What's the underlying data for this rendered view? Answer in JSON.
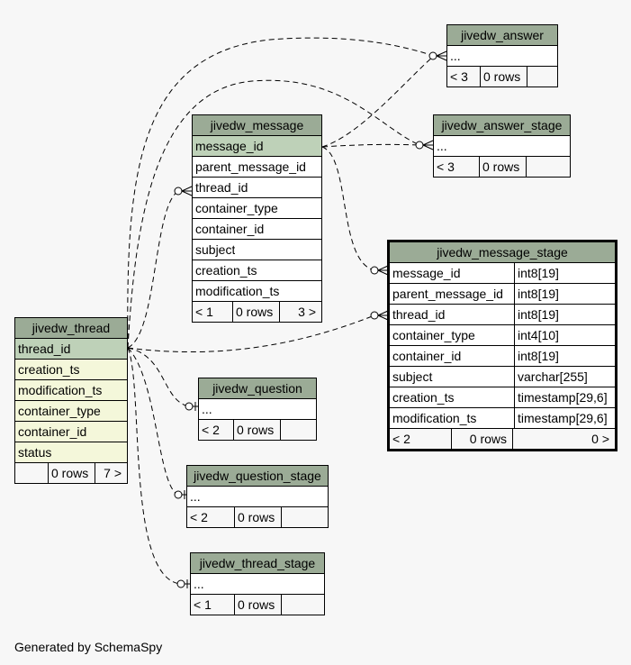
{
  "tables": {
    "answer": {
      "name": "jivedw_answer",
      "rows": [
        "..."
      ],
      "footer": [
        "< 3",
        "0 rows",
        ""
      ]
    },
    "answer_stage": {
      "name": "jivedw_answer_stage",
      "rows": [
        "..."
      ],
      "footer": [
        "< 3",
        "0 rows",
        ""
      ]
    },
    "message": {
      "name": "jivedw_message",
      "rows": [
        "message_id",
        "parent_message_id",
        "thread_id",
        "container_type",
        "container_id",
        "subject",
        "creation_ts",
        "modification_ts"
      ],
      "footer": [
        "< 1",
        "0 rows",
        "3 >"
      ]
    },
    "message_stage": {
      "name": "jivedw_message_stage",
      "rows": [
        [
          "message_id",
          "int8[19]"
        ],
        [
          "parent_message_id",
          "int8[19]"
        ],
        [
          "thread_id",
          "int8[19]"
        ],
        [
          "container_type",
          "int4[10]"
        ],
        [
          "container_id",
          "int8[19]"
        ],
        [
          "subject",
          "varchar[255]"
        ],
        [
          "creation_ts",
          "timestamp[29,6]"
        ],
        [
          "modification_ts",
          "timestamp[29,6]"
        ]
      ],
      "footer": [
        "< 2",
        "0 rows",
        "0 >"
      ]
    },
    "thread": {
      "name": "jivedw_thread",
      "rows": [
        "thread_id",
        "creation_ts",
        "modification_ts",
        "container_type",
        "container_id",
        "status"
      ],
      "footer": [
        "",
        "0 rows",
        "7 >"
      ]
    },
    "question": {
      "name": "jivedw_question",
      "rows": [
        "..."
      ],
      "footer": [
        "< 2",
        "0 rows",
        ""
      ]
    },
    "question_stage": {
      "name": "jivedw_question_stage",
      "rows": [
        "..."
      ],
      "footer": [
        "< 2",
        "0 rows",
        ""
      ]
    },
    "thread_stage": {
      "name": "jivedw_thread_stage",
      "rows": [
        "..."
      ],
      "footer": [
        "< 1",
        "0 rows",
        ""
      ]
    }
  },
  "footer_text": "Generated by SchemaSpy",
  "colors": {
    "background": "#f7f7f7",
    "header": "#9bab96",
    "primary_key_row": "#bed1b8",
    "column_row_highlight": "#f4f7da",
    "footer_row": "#f7f7f7"
  }
}
